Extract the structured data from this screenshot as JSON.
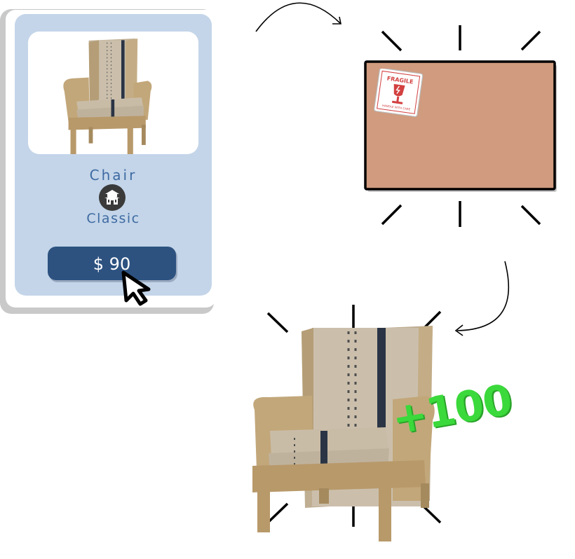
{
  "product_card": {
    "name": "Chair",
    "style": "Classic",
    "price": "$ 90",
    "style_icon": "pagoda-icon",
    "colors": {
      "card": "#c4d5e9",
      "button": "#2d5280",
      "label": "#3e6aa2"
    }
  },
  "shipping_box": {
    "label_title": "FRAGILE",
    "label_subtitle": "HANDLE WITH CARE",
    "label_icon": "broken-glass-icon",
    "color": "#d09b7e"
  },
  "reward": {
    "points": "+100",
    "color": "#3bd93b"
  },
  "icons": [
    "cursor-icon",
    "curved-arrow-icon",
    "chair-image"
  ]
}
